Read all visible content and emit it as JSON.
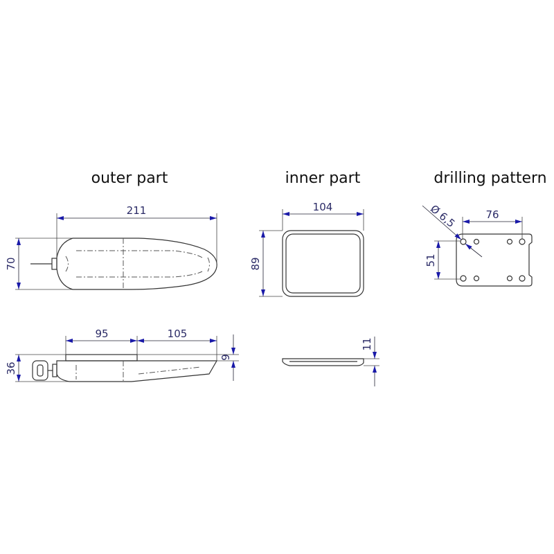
{
  "titles": {
    "outer": "outer part",
    "inner": "inner part",
    "drilling": "drilling pattern"
  },
  "dimensions": {
    "outer_length": "211",
    "outer_width": "70",
    "outer_seg1": "95",
    "outer_seg2": "105",
    "outer_height": "36",
    "outer_step": "9",
    "inner_width": "104",
    "inner_depth": "89",
    "inner_height": "11",
    "hole_diameter": "Ø 6,5",
    "hole_spacing_x": "76",
    "hole_spacing_y": "51"
  },
  "colors": {
    "dimension_arrow": "#1a1aa8",
    "line": "#333333"
  }
}
